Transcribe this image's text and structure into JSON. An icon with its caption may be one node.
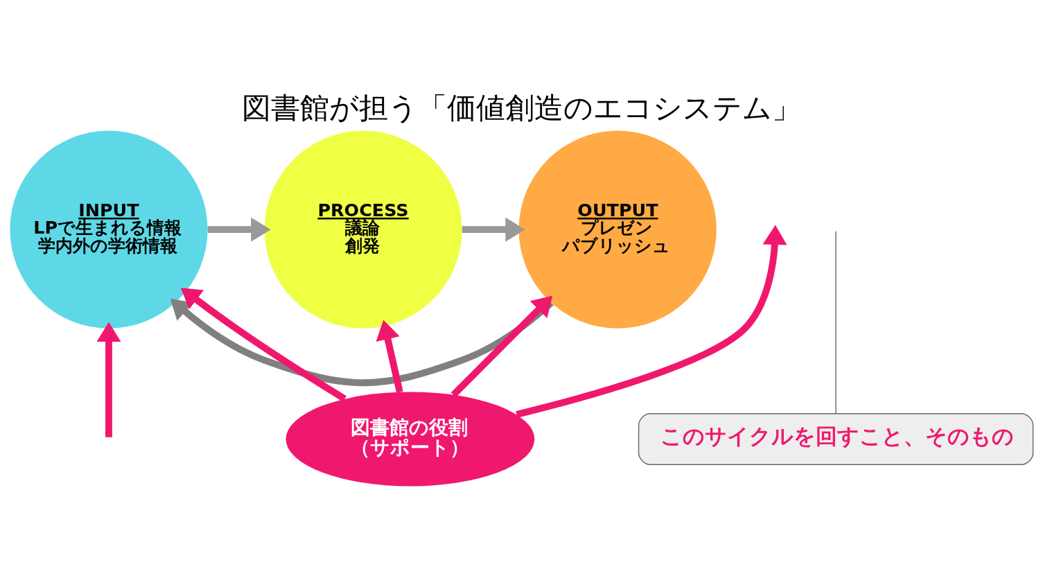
{
  "diagram": {
    "title": "図書館が担う「価値創造のエコシステム」",
    "nodes": [
      {
        "text": [
          "INPUT",
          "LPで生まれる情報",
          "学内外の学術情報"
        ]
      },
      {
        "text": [
          "PROCESS",
          "議論",
          "創発"
        ]
      },
      {
        "text": [
          "OUTPUT",
          "プレゼン",
          "パブリッシュ"
        ]
      },
      {
        "text": [
          "図書館の役割",
          "（サポート）"
        ]
      },
      {
        "text": [
          "このサイクルを回すこと、そのもの"
        ]
      }
    ],
    "edges": [
      {
        "from": 0,
        "to": 1,
        "arrow": "to",
        "color": "#999999"
      },
      {
        "from": 1,
        "to": 2,
        "arrow": "to",
        "color": "#999999"
      },
      {
        "from": 2,
        "to": 0,
        "arrow": "to",
        "color": "#808080"
      },
      {
        "from": 3,
        "to": 0,
        "arrow": "to"
      },
      {
        "from": 3,
        "to": 1,
        "arrow": "to"
      },
      {
        "from": 3,
        "to": null,
        "arrow": "to"
      },
      {
        "from": 3,
        "to": 2,
        "arrow": "to"
      },
      {
        "from": null,
        "to": 0,
        "arrow": "to"
      },
      {
        "from": 4,
        "to": null,
        "arrow": "none",
        "color": "#666666"
      }
    ]
  }
}
